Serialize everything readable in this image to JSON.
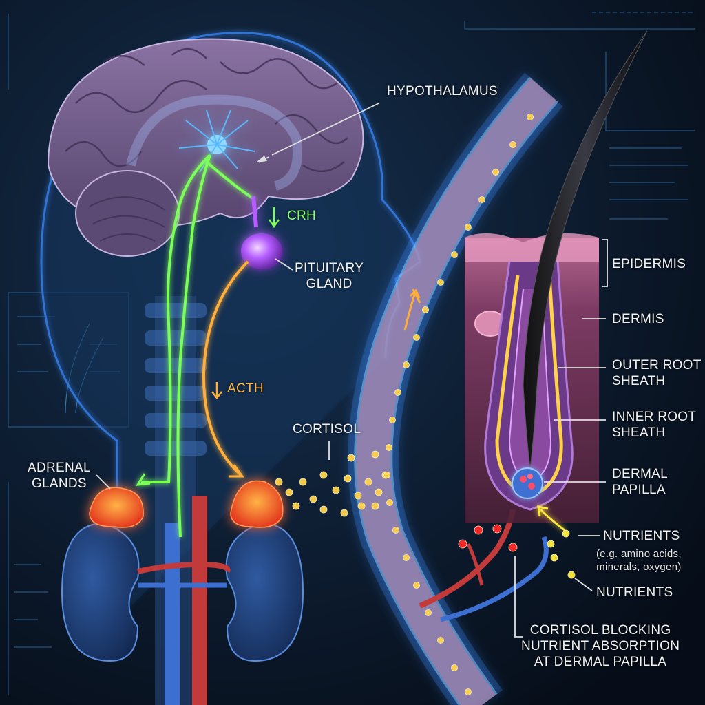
{
  "labels": {
    "hypothalamus": "HYPOTHALAMUS",
    "crh": "CRH",
    "pituitary": "PITUITARY\nGLAND",
    "acth": "ACTH",
    "cortisol": "CORTISOL",
    "adrenal": "ADRENAL\nGLANDS",
    "epidermis": "EPIDERMIS",
    "dermis": "DERMIS",
    "outer_root_sheath": "OUTER ROOT\nSHEATH",
    "inner_root_sheath": "INNER ROOT\nSHEATH",
    "dermal_papilla": "DERMAL\nPAPILLA",
    "nutrients_1": "NUTRIENTS",
    "nutrients_1_detail": "(e.g. amino acids,\nminerals, oxygen)",
    "nutrients_2": "NUTRIENTS",
    "cortisol_blocking": "CORTISOL BLOCKING\nNUTRIENT ABSORPTION\nAT DERMAL PAPILLA"
  },
  "colors": {
    "background": "#0a1424",
    "brain": "#6f5a86",
    "crh_pathway": "#7dff5a",
    "acth_pathway": "#ffae3a",
    "pituitary": "#b45cff",
    "adrenal": "#ff6a2a",
    "kidney": "#1e3f7a",
    "vessel_glow": "#3c8cff",
    "cortisol_particle": "#ffd24a",
    "nutrient_particle": "#ffef3a",
    "blood_cell": "#ff2a2a"
  }
}
